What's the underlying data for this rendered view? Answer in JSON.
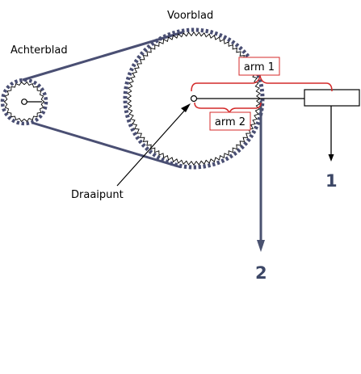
{
  "labels": {
    "front_sprocket": "Voorblad",
    "rear_sprocket": "Achterblad",
    "pivot": "Draaipunt",
    "arm1": "arm 1",
    "arm2": "arm 2",
    "force1": "1",
    "force2": "2"
  },
  "colors": {
    "chain": "#4a4f73",
    "bracket": "#d42a2a",
    "force_arrow": "#4a5270",
    "number": "#3c4766",
    "line": "#000000"
  }
}
